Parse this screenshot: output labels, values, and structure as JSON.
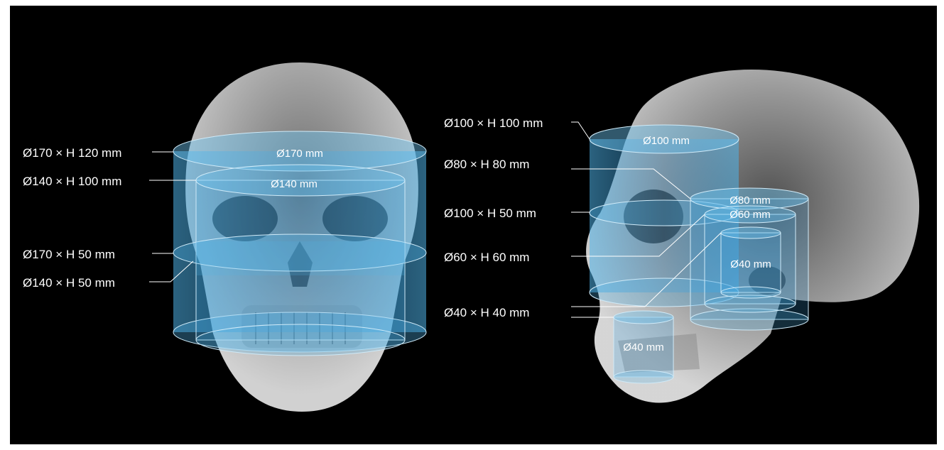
{
  "frontal": {
    "labels": [
      "Ø170 × H 120 mm",
      "Ø140 × H 100 mm",
      "Ø170 × H 50 mm",
      "Ø140 × H 50 mm"
    ],
    "inner": [
      "Ø170 mm",
      "Ø140 mm"
    ]
  },
  "lateral": {
    "labels": [
      "Ø100 × H 100 mm",
      "Ø80 × H 80 mm",
      "Ø100 × H 50 mm",
      "Ø60 × H 60 mm",
      "Ø40 × H 40 mm"
    ],
    "inner": [
      "Ø100 mm",
      "Ø80 mm",
      "Ø60 mm",
      "Ø40 mm",
      "Ø40 mm"
    ]
  },
  "colors": {
    "background": "#000000",
    "volume": "#4fb3e8",
    "bone": "#d8d8d8"
  }
}
